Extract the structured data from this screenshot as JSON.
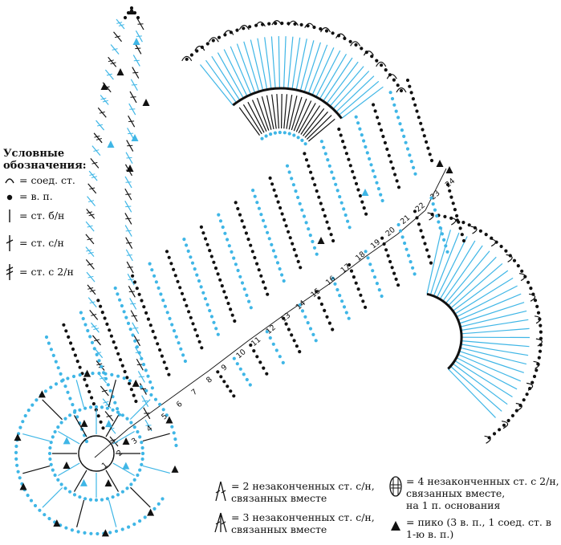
{
  "legend": {
    "title_line1": "Условные",
    "title_line2": "обозначения:",
    "items": [
      {
        "symbol": "slip-stitch-icon",
        "label": "= соед. ст."
      },
      {
        "symbol": "chain-icon",
        "label": "= в. п."
      },
      {
        "symbol": "single-crochet-icon",
        "label": "= ст. б/н"
      },
      {
        "symbol": "double-crochet-icon",
        "label": "= ст. с/н"
      },
      {
        "symbol": "treble-crochet-icon",
        "label": "= ст. с 2/н"
      }
    ]
  },
  "legend_bottom": [
    {
      "symbol": "dc2tog-icon",
      "lines": [
        "= 2 незаконченных ст. с/н,",
        "связанных вместе"
      ]
    },
    {
      "symbol": "dc3tog-icon",
      "lines": [
        "= 3 незаконченных ст. с/н,",
        "связанных вместе"
      ]
    },
    {
      "symbol": "tr4tog-icon",
      "lines": [
        "= 4 незаконченных ст. с 2/н,",
        "связанных вместе,",
        "на 1 п. основания"
      ]
    },
    {
      "symbol": "picot-icon",
      "lines": [
        "= пико (3 в. п., 1 соед. ст. в",
        "1-ю в. п.)"
      ]
    }
  ],
  "row_numbers": [
    "1",
    "2",
    "3",
    "4",
    "5",
    "6",
    "7",
    "8",
    "9",
    "10",
    "11",
    "12",
    "13",
    "14",
    "15",
    "16",
    "17",
    "18",
    "19",
    "20",
    "21",
    "22",
    "23",
    "24"
  ],
  "colors": {
    "blue": "#3fb6e6",
    "black": "#111111",
    "background": "#ffffff"
  }
}
